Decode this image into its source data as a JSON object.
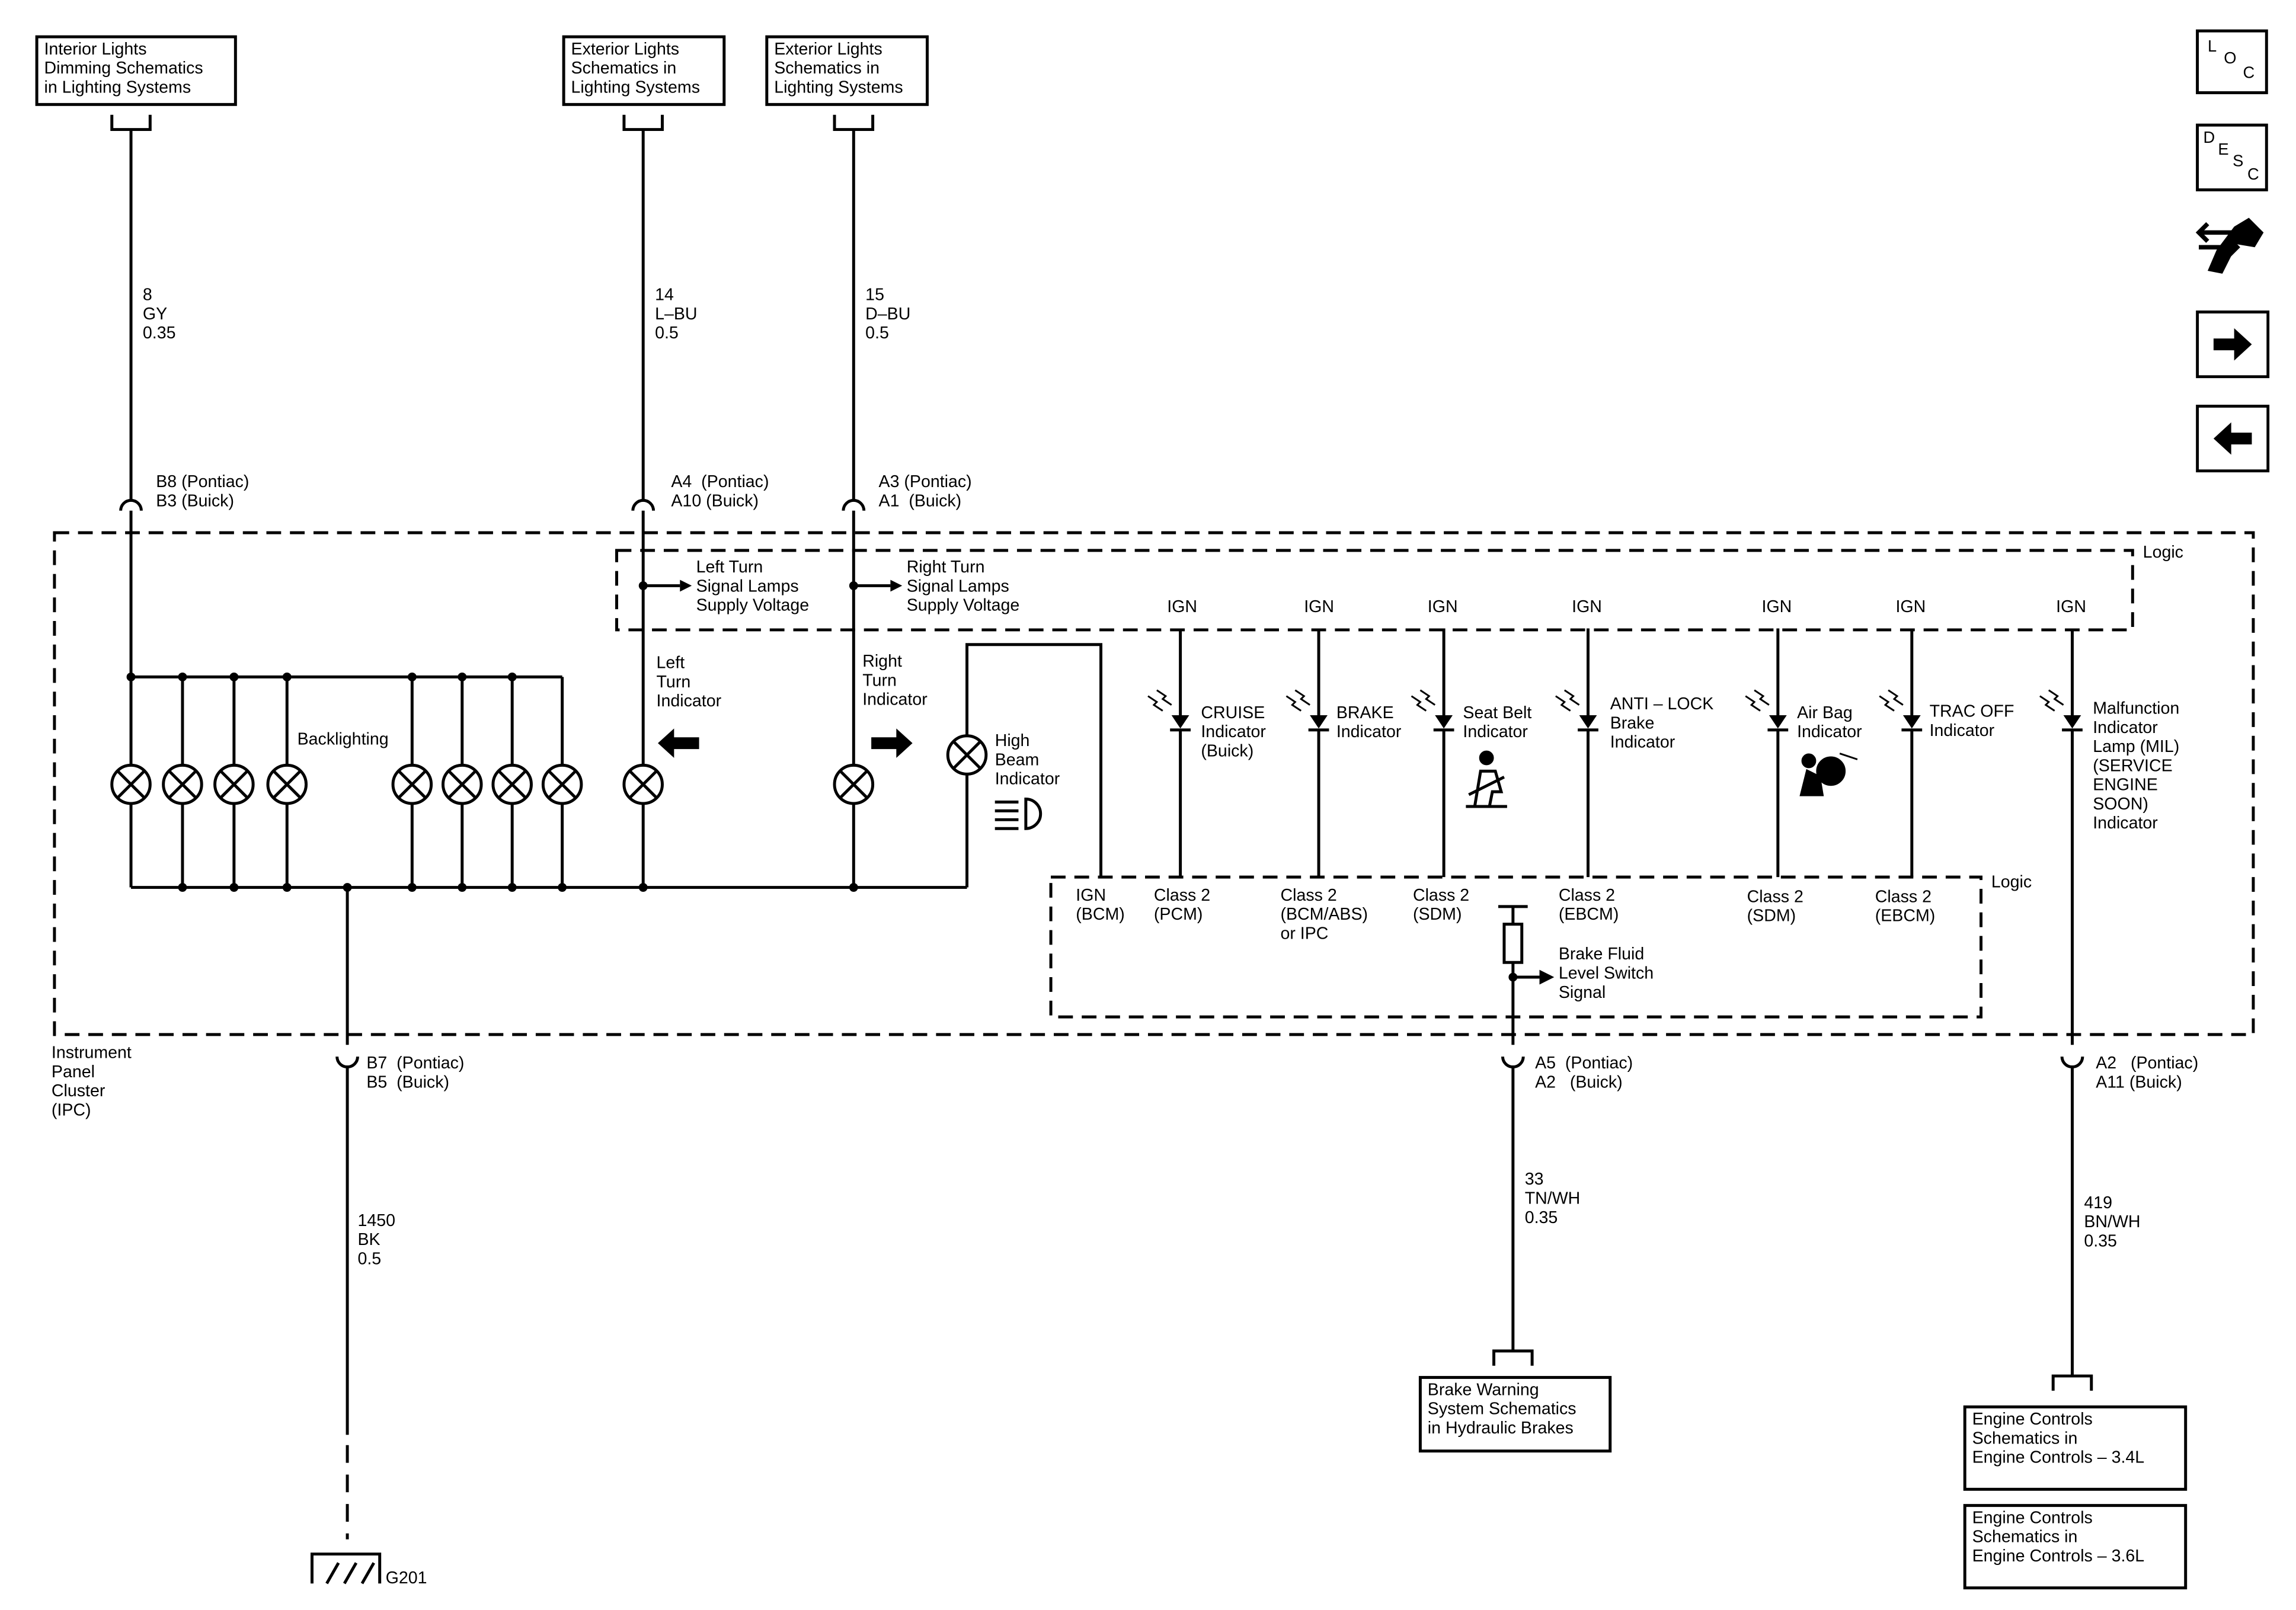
{
  "top_boxes": [
    {
      "text": "Interior Lights\nDimming Schematics\nin Lighting Systems"
    },
    {
      "text": "Exterior Lights\nSchematics in\nLighting Systems"
    },
    {
      "text": "Exterior Lights\nSchematics in\nLighting Systems"
    }
  ],
  "wires": [
    {
      "text": "8\nGY\n0.35"
    },
    {
      "text": "14\nL–BU\n0.5"
    },
    {
      "text": "15\nD–BU\n0.5"
    },
    {
      "text": "1450\nBK\n0.5"
    },
    {
      "text": "33\nTN/WH\n0.35"
    },
    {
      "text": "419\nBN/WH\n0.35"
    }
  ],
  "pins": [
    {
      "text": "B8 (Pontiac)\nB3 (Buick)"
    },
    {
      "text": "A4  (Pontiac)\nA10 (Buick)"
    },
    {
      "text": "A3 (Pontiac)\nA1  (Buick)"
    },
    {
      "text": "B7  (Pontiac)\nB5  (Buick)"
    },
    {
      "text": "A5  (Pontiac)\nA2   (Buick)"
    },
    {
      "text": "A2   (Pontiac)\nA11 (Buick)"
    }
  ],
  "logic_label": "Logic",
  "logic_label_2": "Logic",
  "left_supply": "Left Turn\nSignal Lamps\nSupply Voltage",
  "right_supply": "Right Turn\nSignal Lamps\nSupply Voltage",
  "backlighting": "Backlighting",
  "left_turn": "Left\nTurn\nIndicator",
  "right_turn": "Right\nTurn\nIndicator",
  "high_beam": "High\nBeam\nIndicator",
  "ign": "IGN",
  "indicators": [
    {
      "label": "CRUISE\nIndicator\n(Buick)",
      "ign": "IGN",
      "class": "Class 2\n(PCM)"
    },
    {
      "label": "BRAKE\nIndicator",
      "ign": "IGN",
      "class": "Class 2\n(BCM/ABS)\nor IPC"
    },
    {
      "label": "Seat Belt\nIndicator",
      "ign": "IGN",
      "class": "Class 2\n(SDM)"
    },
    {
      "label": "ANTI – LOCK\nBrake\nIndicator",
      "ign": "IGN",
      "class": "Class 2\n(EBCM)"
    },
    {
      "label": "Air Bag\nIndicator",
      "ign": "IGN",
      "class": "Class 2\n(SDM)"
    },
    {
      "label": "TRAC OFF\nIndicator",
      "ign": "IGN",
      "class": "Class 2\n(EBCM)"
    },
    {
      "label": "Malfunction\nIndicator\nLamp (MIL)\n(SERVICE\nENGINE\nSOON)\nIndicator",
      "ign": "IGN"
    }
  ],
  "ign_bcm": "IGN\n(BCM)",
  "brake_fluid": "Brake Fluid\nLevel Switch\nSignal",
  "ipc_label": "Instrument\nPanel\nCluster\n(IPC)",
  "ground": "G201",
  "bottom_boxes": [
    {
      "text": "Brake Warning\nSystem Schematics\nin Hydraulic Brakes"
    },
    {
      "text": "Engine Controls\nSchematics in\nEngine Controls – 3.4L"
    },
    {
      "text": "Engine Controls\nSchematics in\nEngine Controls – 3.6L"
    }
  ],
  "nav": {
    "loc": [
      "L",
      "O",
      "C"
    ],
    "desc": [
      "D",
      "E",
      "S",
      "C"
    ],
    "icons": [
      "wrench-arrows-icon",
      "arrow-right-icon",
      "arrow-left-icon"
    ]
  }
}
